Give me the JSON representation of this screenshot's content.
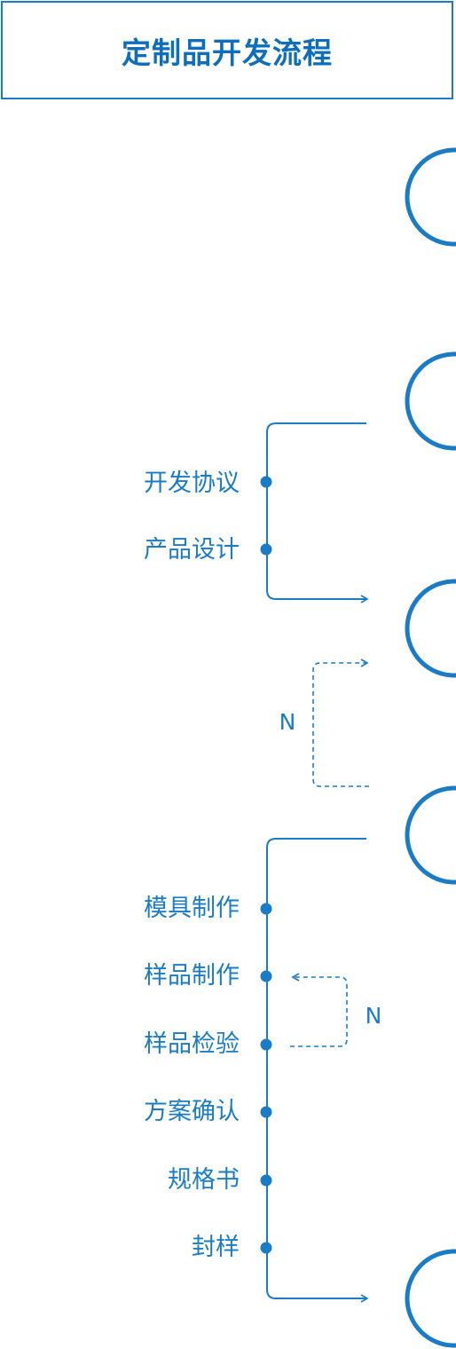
{
  "title": "定制品开发流程",
  "group1": {
    "steps": [
      "开发协议",
      "产品设计"
    ]
  },
  "loop1": {
    "label": "N"
  },
  "group2": {
    "steps": [
      "模具制作",
      "样品制作",
      "样品检验",
      "方案确认",
      "规格书",
      "封样"
    ]
  },
  "loop2": {
    "label": "N"
  },
  "colors": {
    "primary": "#1a7cc7",
    "title": "#0d6fbc"
  }
}
